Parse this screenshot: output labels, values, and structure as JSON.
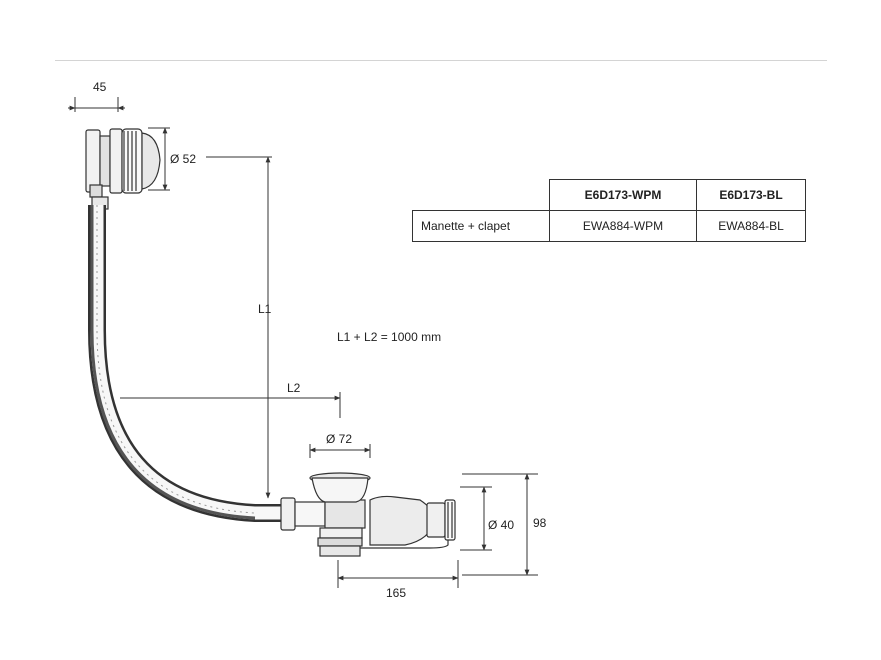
{
  "dimensions": {
    "d45": "45",
    "d52": "Ø 52",
    "l1": "L1",
    "l2": "L2",
    "d72": "Ø 72",
    "d40": "Ø 40",
    "d98": "98",
    "d165": "165"
  },
  "formula": "L1 + L2 = 1000 mm",
  "table": {
    "headers": [
      "E6D173-WPM",
      "E6D173-BL"
    ],
    "rows": [
      {
        "label": "Manette + clapet",
        "values": [
          "EWA884-WPM",
          "EWA884-BL"
        ]
      }
    ]
  }
}
